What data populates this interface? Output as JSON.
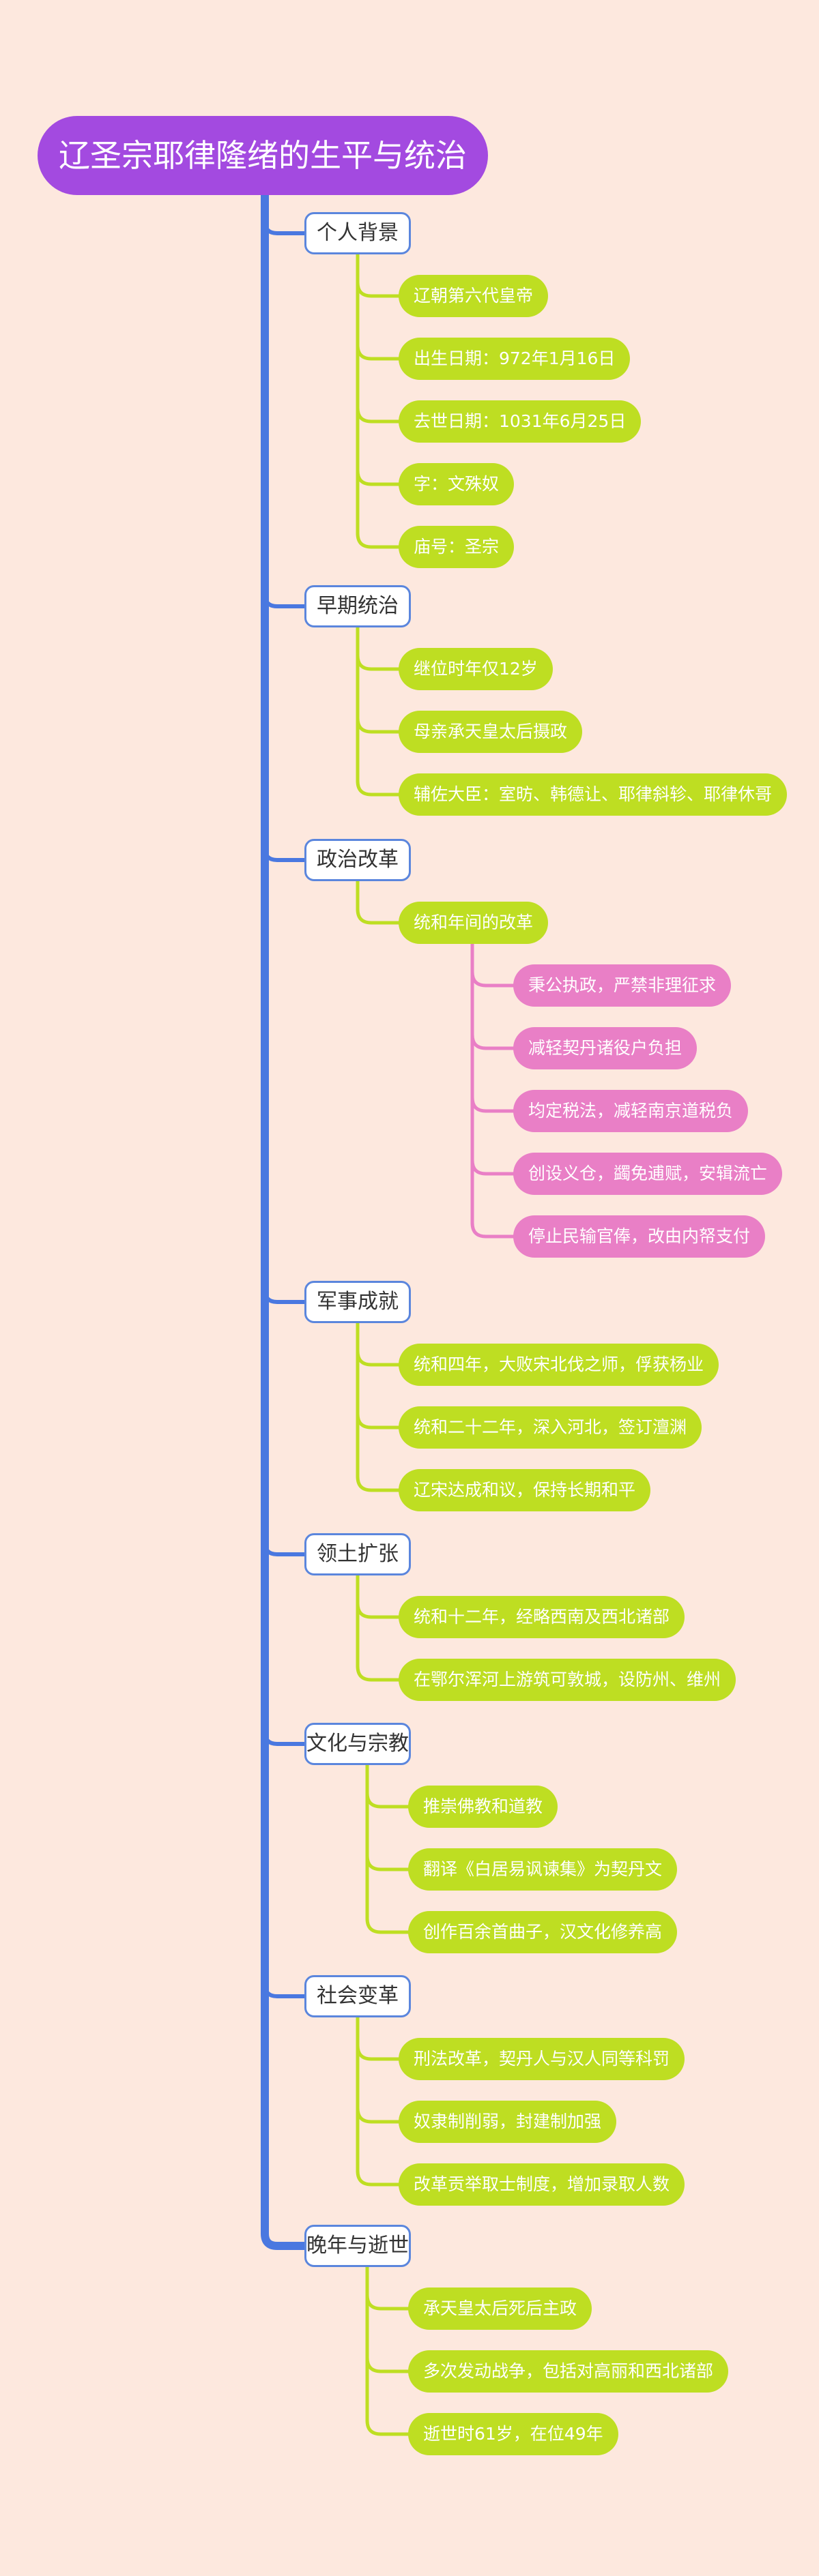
{
  "root": "辽圣宗耶律隆绪的生平与统治",
  "colors": {
    "background": "#fde8de",
    "root": "#a34ae0",
    "spine": "#4a78e0",
    "section_border": "#5b86dd",
    "leaf": "#bede22",
    "subleaf": "#e97fc6"
  },
  "sections": [
    {
      "label": "个人背景",
      "items": [
        {
          "text": "辽朝第六代皇帝"
        },
        {
          "text": "出生日期：972年1月16日"
        },
        {
          "text": "去世日期：1031年6月25日"
        },
        {
          "text": "字：文殊奴"
        },
        {
          "text": "庙号：圣宗"
        }
      ]
    },
    {
      "label": "早期统治",
      "items": [
        {
          "text": "继位时年仅12岁"
        },
        {
          "text": "母亲承天皇太后摄政"
        },
        {
          "text": "辅佐大臣：室昉、韩德让、耶律斜轸、耶律休哥"
        }
      ]
    },
    {
      "label": "政治改革",
      "items": [
        {
          "text": "统和年间的改革",
          "children": [
            "秉公执政，严禁非理征求",
            "减轻契丹诸役户负担",
            "均定税法，减轻南京道税负",
            "创设义仓，蠲免逋赋，安辑流亡",
            "停止民输官俸，改由内帑支付"
          ]
        }
      ]
    },
    {
      "label": "军事成就",
      "items": [
        {
          "text": "统和四年，大败宋北伐之师，俘获杨业"
        },
        {
          "text": "统和二十二年，深入河北，签订澶渊"
        },
        {
          "text": "辽宋达成和议，保持长期和平"
        }
      ]
    },
    {
      "label": "领土扩张",
      "items": [
        {
          "text": "统和十二年，经略西南及西北诸部"
        },
        {
          "text": "在鄂尔浑河上游筑可敦城，设防州、维州"
        }
      ]
    },
    {
      "label": "文化与宗教",
      "items": [
        {
          "text": "推崇佛教和道教"
        },
        {
          "text": "翻译《白居易讽谏集》为契丹文"
        },
        {
          "text": "创作百余首曲子，汉文化修养高"
        }
      ]
    },
    {
      "label": "社会变革",
      "items": [
        {
          "text": "刑法改革，契丹人与汉人同等科罚"
        },
        {
          "text": "奴隶制削弱，封建制加强"
        },
        {
          "text": "改革贡举取士制度，增加录取人数"
        }
      ]
    },
    {
      "label": "晚年与逝世",
      "items": [
        {
          "text": "承天皇太后死后主政"
        },
        {
          "text": "多次发动战争，包括对高丽和西北诸部"
        },
        {
          "text": "逝世时61岁，在位49年"
        }
      ]
    }
  ]
}
